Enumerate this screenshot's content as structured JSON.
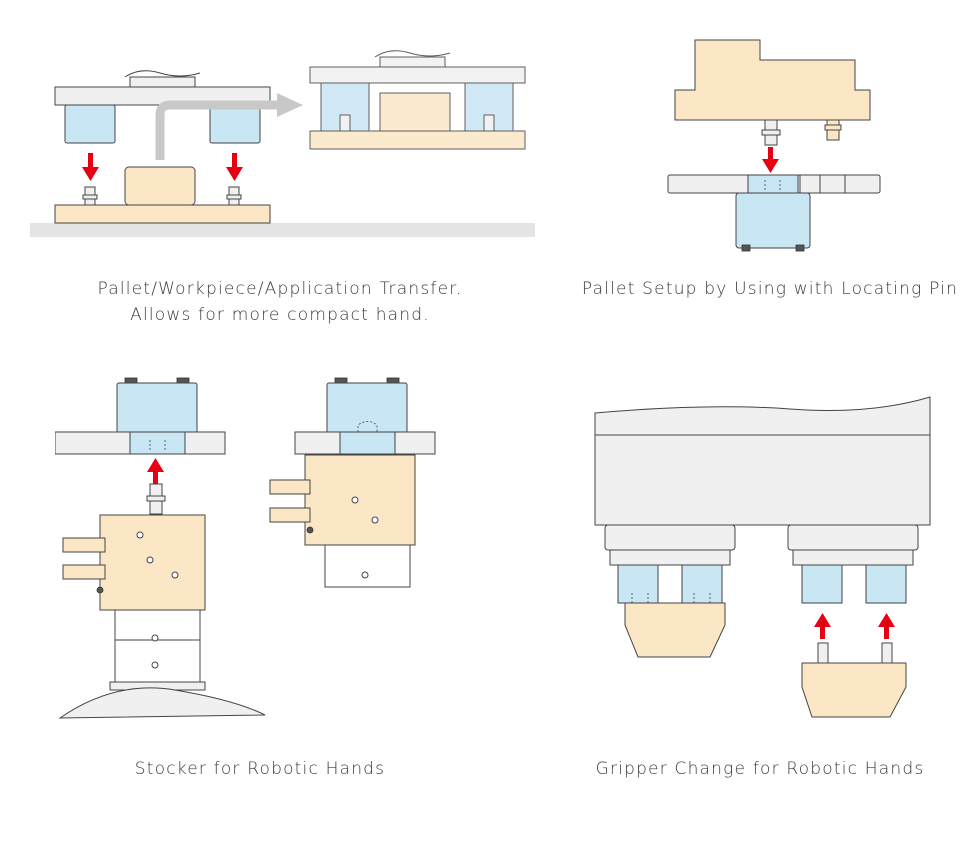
{
  "captions": {
    "pallet_transfer_line1": "Pallet/Workpiece/Application Transfer.",
    "pallet_transfer_line2": "Allows for more compact hand.",
    "pallet_setup": "Pallet Setup by Using with Locating Pin",
    "stocker": "Stocker for Robotic Hands",
    "gripper_change": "Gripper Change for Robotic Hands"
  },
  "colors": {
    "workpiece": "#fbe7c6",
    "clamp": "#c9e6f5",
    "plate": "#f0f0f0",
    "arrow": "#e60012"
  }
}
